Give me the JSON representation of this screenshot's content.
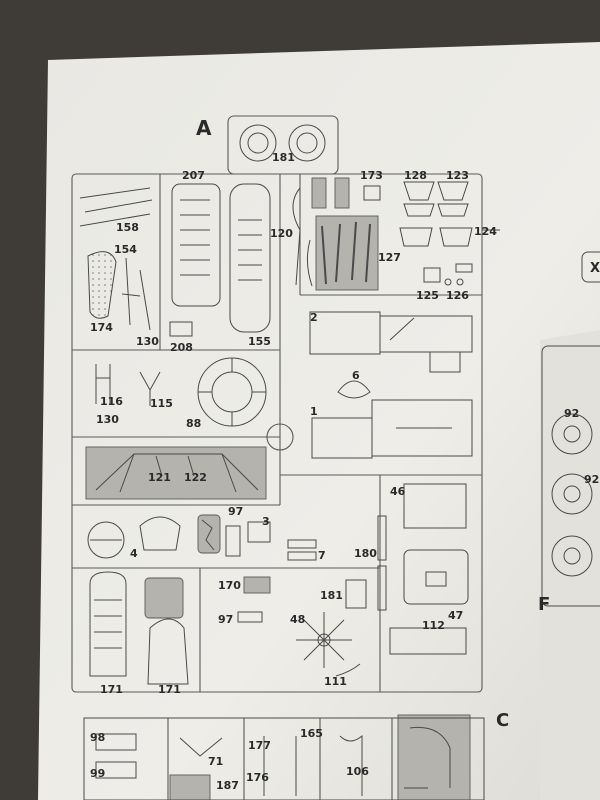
{
  "sheet": {
    "sprue_letters": [
      "A",
      "C",
      "F",
      "X"
    ],
    "part_labels": [
      "181",
      "207",
      "173",
      "128",
      "123",
      "158",
      "120",
      "154",
      "124",
      "127",
      "125",
      "126",
      "174",
      "130",
      "208",
      "155",
      "2",
      "6",
      "116",
      "115",
      "130",
      "88",
      "1",
      "121",
      "122",
      "46",
      "97",
      "3",
      "4",
      "7",
      "180",
      "170",
      "181",
      "97",
      "48",
      "112",
      "47",
      "171",
      "171",
      "111",
      "98",
      "71",
      "177",
      "165",
      "106",
      "99",
      "187",
      "176",
      "92",
      "92"
    ]
  },
  "colors": {
    "background": "#3f3b37",
    "paper": "#ecebe6",
    "line": "#5a5a5a",
    "shade": "#b5b3ae"
  }
}
